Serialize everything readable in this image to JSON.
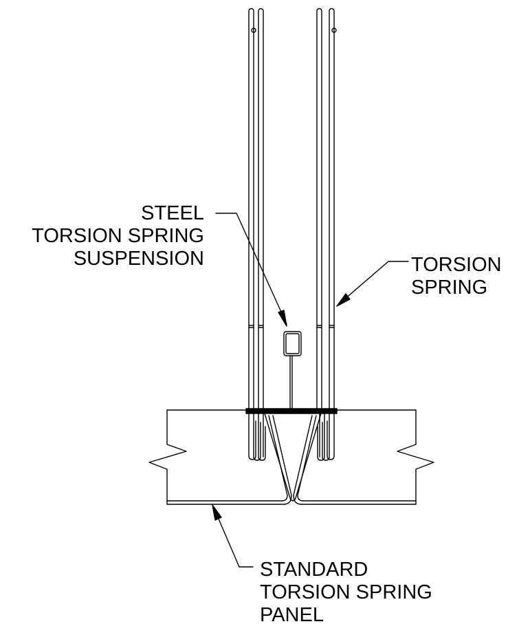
{
  "labels": {
    "steel_suspension": [
      "STEEL",
      "TORSION SPRING",
      "SUSPENSION"
    ],
    "torsion_spring": [
      "TORSION",
      "SPRING"
    ],
    "standard_panel": [
      "STANDARD",
      "TORSION SPRING",
      "PANEL"
    ]
  },
  "colors": {
    "line": "#000000",
    "background": "#ffffff"
  }
}
